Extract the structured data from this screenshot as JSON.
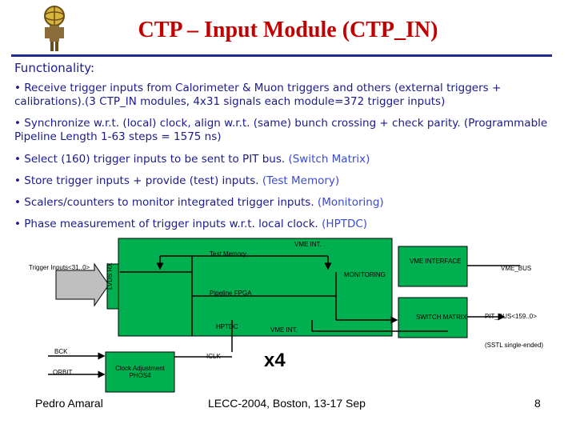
{
  "title": "CTP – Input Module (CTP_IN)",
  "section_heading": "Functionality:",
  "bullets": [
    {
      "main": "• Receive trigger inputs from Calorimeter & Muon triggers and others (external triggers + calibrations).(3 CTP_IN modules, 4x31 signals each module=372 trigger inputs)",
      "tag": ""
    },
    {
      "main": "• Synchronize w.r.t. (local) clock, align w.r.t. (same) bunch crossing + check parity. (Programmable Pipeline Length 1-63 steps = 1575 ns)",
      "tag": ""
    },
    {
      "main": "• Select (160) trigger inputs to be sent to PIT bus.",
      "tag": "(Switch Matrix)"
    },
    {
      "main": "• Store trigger inputs + provide (test) inputs.",
      "tag": "(Test Memory)"
    },
    {
      "main": "• Scalers/counters to monitor integrated trigger inputs.",
      "tag": "(Monitoring)"
    },
    {
      "main": "• Phase measurement of trigger inputs w.r.t. local clock.",
      "tag": "(HPTDC)"
    }
  ],
  "diagram": {
    "test_memory": "Test Memory",
    "vme_int_top": "VME INT.",
    "vme_interface": "VME INTERFACE",
    "vme_bus": "VME_BUS",
    "trigger_inputs": "Trigger Inputs<31..0>",
    "lvds_rx": "LVDS RX",
    "monitoring": "MONITORING",
    "pipeline_fpga": "Pipeline FPGA",
    "switch_matrix": "SWITCH MATRIX",
    "pit_bus": "PIT_BUS<159..0>",
    "hptdc": "HPTDC",
    "vme_int_mid": "VME INT.",
    "sstl": "(SSTL single-ended)",
    "bck": "BCK",
    "orbit": "ORBIT",
    "clock_adjustment": "Clock Adjustment PHOS4",
    "iclk": "ICLK",
    "multiplier": "x4"
  },
  "footer": {
    "author": "Pedro Amaral",
    "event": "LECC-2004, Boston, 13-17 Sep",
    "page": "8"
  },
  "colors": {
    "title": "#c00000",
    "text": "#1a1a8c",
    "rule": "#1f2a8c",
    "block_fill": "#00b050",
    "input_arrow": "#bfbfbf"
  }
}
